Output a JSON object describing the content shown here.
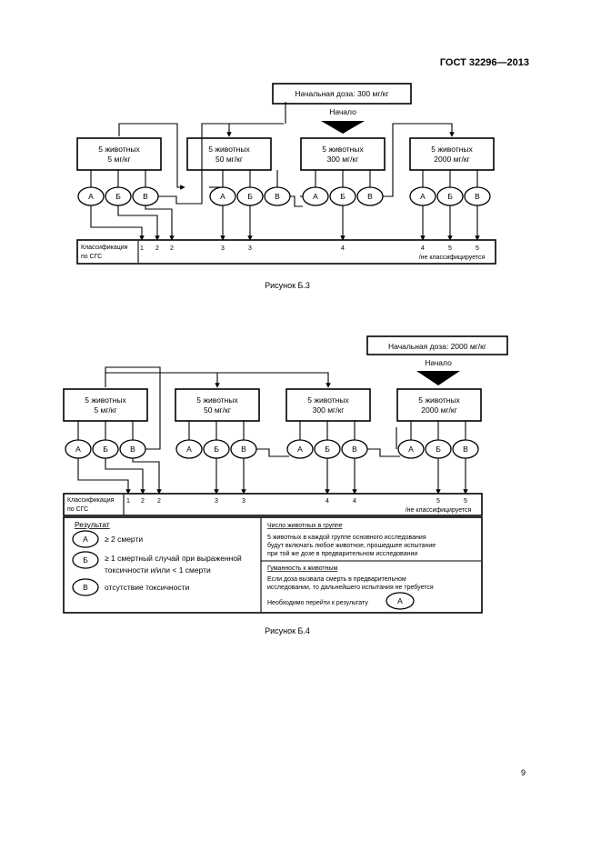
{
  "header": {
    "standard": "ГОСТ 32296—2013"
  },
  "page_number": "9",
  "fig3": {
    "caption": "Рисунок Б.3",
    "start_dose": "Начальная доза: 300 мг/кг",
    "start": "Начало",
    "groups": [
      {
        "count": "5 животных",
        "dose": "5 мг/кг"
      },
      {
        "count": "5 животных",
        "dose": "50 мг/кг"
      },
      {
        "count": "5 животных",
        "dose": "300 мг/кг"
      },
      {
        "count": "5 животных",
        "dose": "2000 мг/кг"
      }
    ],
    "outcomes": [
      "А",
      "Б",
      "В"
    ],
    "classification_label_1": "Классификация",
    "classification_label_2": "по СГС",
    "numbers": [
      "1",
      "2",
      "2",
      "3",
      "3",
      "4",
      "4",
      "5",
      "5"
    ],
    "not_classified": "/не классифицируется"
  },
  "fig4": {
    "caption": "Рисунок Б.4",
    "start_dose": "Начальная доза: 2000 мг/кг",
    "start": "Начало",
    "groups": [
      {
        "count": "5 животных",
        "dose": "5 мг/кг"
      },
      {
        "count": "5 животных",
        "dose": "50 мг/кг"
      },
      {
        "count": "5 животных",
        "dose": "300 мг/кг"
      },
      {
        "count": "5 животных",
        "dose": "2000 мг/кг"
      }
    ],
    "outcomes": [
      "А",
      "Б",
      "В"
    ],
    "classification_label_1": "Классификация",
    "classification_label_2": "по СГС",
    "numbers": [
      "1",
      "2",
      "2",
      "3",
      "3",
      "4",
      "4",
      "5",
      "5"
    ],
    "not_classified": "/не классифицируется"
  },
  "legend": {
    "result_title": "Результат",
    "a_key": "А",
    "a_text": "≥ 2 смерти",
    "b_key": "Б",
    "b_text_1": "≥ 1 смертный случай при выраженной",
    "b_text_2": "токсичности и/или < 1 смерти",
    "c_key": "В",
    "c_text": "отсутствие токсичности",
    "count_title": "Число животных в группе",
    "count_text_1": "5 животных в каждой группе основного исследования",
    "count_text_2": "будут включать любое животное, прошедшее испытание",
    "count_text_3": "при той же дозе в предварительном исследовании",
    "humane_title": "Гуманность к животным",
    "humane_text_1": "Если доза вызвала смерть в предварительном",
    "humane_text_2": "исследовании, то дальнейшего испытания не требуется",
    "humane_text_3": "Необходимо перейти к результату",
    "humane_key": "А"
  }
}
